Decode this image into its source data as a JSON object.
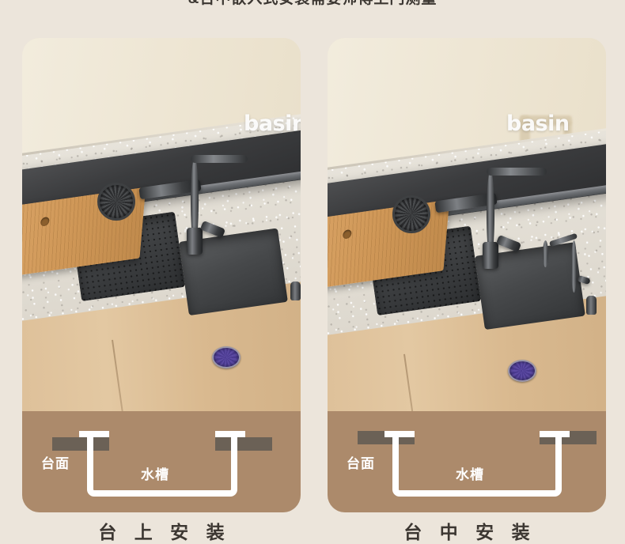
{
  "page": {
    "background_color": "#ece5db",
    "notice": "&台中嵌入式安装需要师傅上门测量"
  },
  "brand": {
    "watermark": "basin"
  },
  "cards": [
    {
      "id": "top-mount",
      "caption": "台 上 安 装",
      "watermark": "basin",
      "diagram": {
        "counter_label": "台面",
        "sink_label": "水槽",
        "brown_color": "#ac8a6b",
        "counter_bar_color": "#6b6156",
        "outline_color": "#ffffff",
        "mount_style": "rim-above-counter"
      }
    },
    {
      "id": "flush-mount",
      "caption": "台 中 安 装",
      "watermark": "basin",
      "diagram": {
        "counter_label": "台面",
        "sink_label": "水槽",
        "brown_color": "#ac8a6b",
        "counter_bar_color": "#6b6156",
        "outline_color": "#ffffff",
        "mount_style": "rim-flush-with-counter"
      }
    }
  ],
  "colors": {
    "text": "#3c3732",
    "sink_metal": "#3b3c3e",
    "drain_purple": "#51409a",
    "cutting_board_wood": "#cf9757",
    "cabinet_wood": "#ddbf98",
    "stone_counter": "#e0dbd1"
  }
}
